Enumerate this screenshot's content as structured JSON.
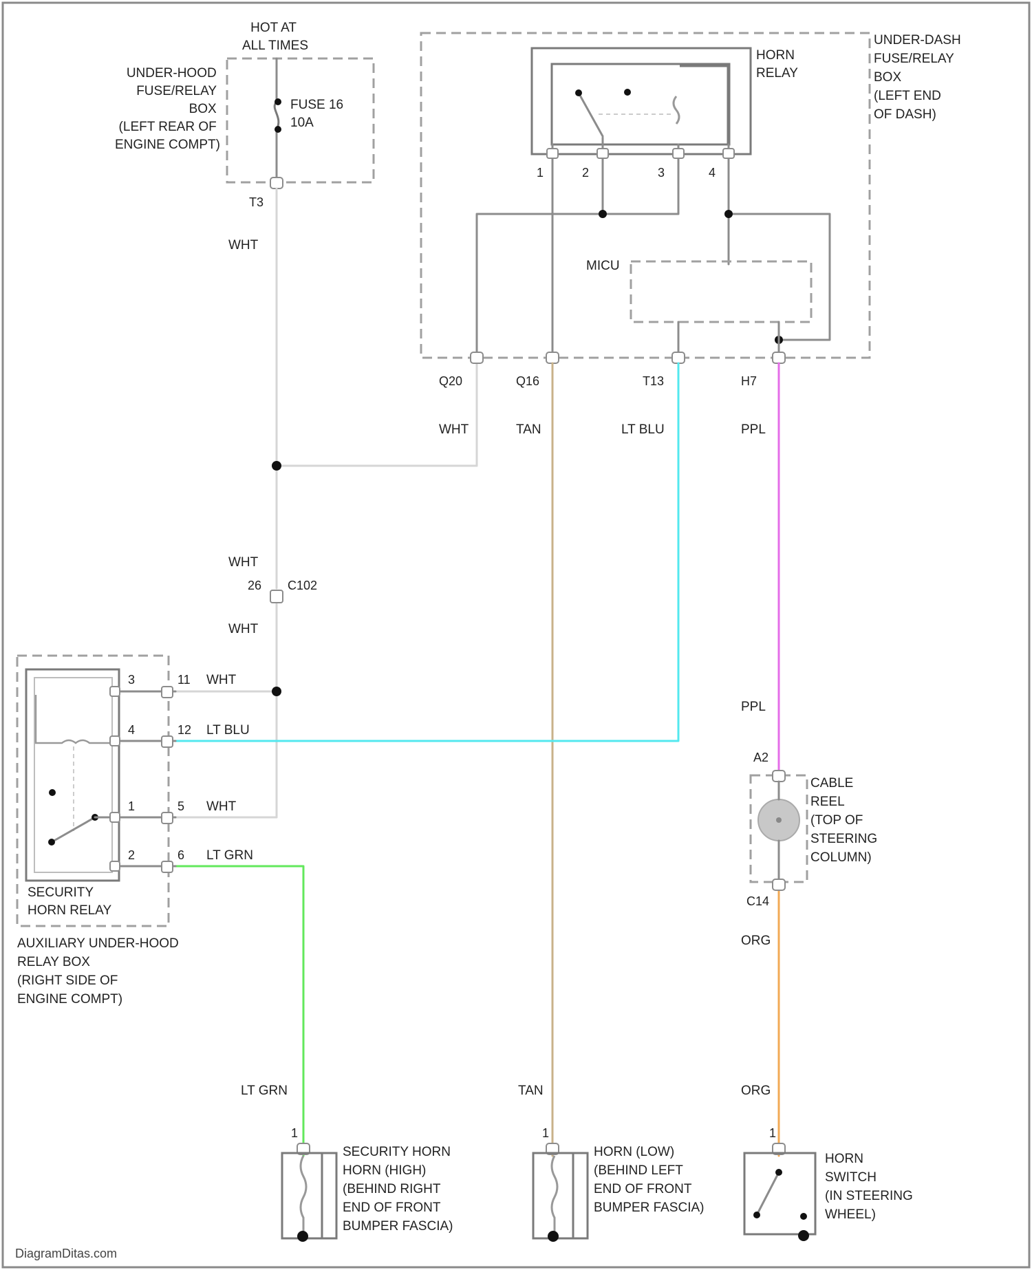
{
  "fuse_box": {
    "title_lines": [
      "UNDER-HOOD",
      "FUSE/RELAY",
      "BOX",
      "(LEFT REAR OF",
      "ENGINE COMPT)"
    ],
    "hot_lines": [
      "HOT AT",
      "ALL TIMES"
    ],
    "fuse_lines": [
      "FUSE 16",
      "10A"
    ],
    "terminal": "T3"
  },
  "underdash_box": {
    "title_lines": [
      "UNDER-DASH",
      "FUSE/RELAY",
      "BOX",
      "(LEFT END",
      "OF DASH)"
    ],
    "relay_lines": [
      "HORN",
      "RELAY"
    ],
    "relay_pins": [
      "1",
      "2",
      "3",
      "4"
    ],
    "mcu_label": "MICU",
    "terminals": [
      "Q20",
      "Q16",
      "T13",
      "H7"
    ]
  },
  "wires": {
    "wht": "WHT",
    "tan": "TAN",
    "lt_blu": "LT BLU",
    "ppl": "PPL",
    "org": "ORG",
    "lt_grn": "LT GRN"
  },
  "connector_c102": {
    "pin": "26",
    "name": "C102"
  },
  "aux_box": {
    "title_lines": [
      "AUXILIARY UNDER-HOOD",
      "RELAY BOX",
      "(RIGHT SIDE OF",
      "ENGINE COMPT)"
    ],
    "relay_lines": [
      "SECURITY",
      "HORN RELAY"
    ],
    "relay_pins": [
      "3",
      "4",
      "1",
      "2"
    ],
    "box_pins": [
      "11",
      "12",
      "5",
      "6"
    ]
  },
  "cable_reel": {
    "pin_top": "A2",
    "connector": "C14",
    "lines": [
      "CABLE",
      "REEL",
      "(TOP OF",
      "STEERING",
      "COLUMN)"
    ]
  },
  "security_horn": {
    "pin": "1",
    "lines": [
      "SECURITY HORN",
      "HORN (HIGH)",
      "(BEHIND RIGHT",
      "END OF FRONT",
      "BUMPER FASCIA)"
    ]
  },
  "horn_low": {
    "pin": "1",
    "lines": [
      "HORN (LOW)",
      "(BEHIND LEFT",
      "END OF FRONT",
      "BUMPER FASCIA)"
    ]
  },
  "horn_switch": {
    "pin": "1",
    "lines": [
      "HORN",
      "SWITCH",
      "(IN STEERING",
      "WHEEL)"
    ]
  },
  "watermark": "DiagramDitas.com",
  "colors": {
    "tan": "#c9b28a",
    "lt_blu": "#53e8ef",
    "ppl": "#e56ee9",
    "org": "#f2aa55",
    "lt_grn": "#63e85c",
    "gray": "#8c8c8c"
  }
}
